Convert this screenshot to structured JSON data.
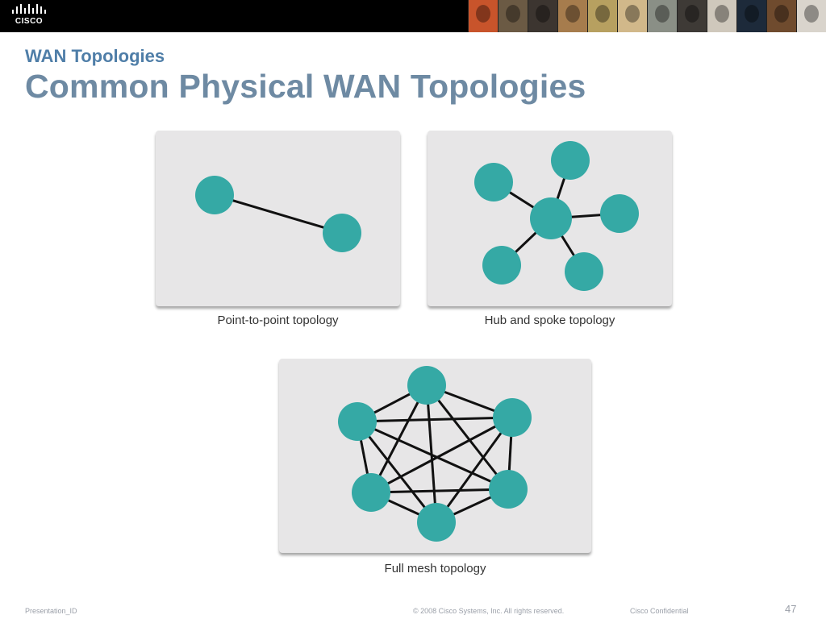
{
  "header": {
    "logo_text": "CISCO",
    "photos": [
      "#c8542b",
      "#6b5a44",
      "#3c3530",
      "#a67c4d",
      "#b7a060",
      "#d1b88a",
      "#8a8f86",
      "#3e3a36",
      "#cfc8bc",
      "#1d2a3a",
      "#6f4b2e",
      "#d9d4cc"
    ]
  },
  "slide": {
    "subtitle": "WAN Topologies",
    "title": "Common Physical WAN Topologies"
  },
  "colors": {
    "node": "#35a9a5",
    "link": "#111111",
    "panel": "#e7e6e7",
    "subtitle": "#4f7ea8",
    "title": "#6e8aa3"
  },
  "diagrams": [
    {
      "id": "point-to-point",
      "caption": "Point-to-point topology",
      "nodes": [
        "A",
        "B"
      ],
      "links": [
        [
          "A",
          "B"
        ]
      ]
    },
    {
      "id": "hub-and-spoke",
      "caption": "Hub and spoke topology",
      "hub": "Hub",
      "nodes": [
        "Hub",
        "S1",
        "S2",
        "S3",
        "S4",
        "S5"
      ],
      "links": [
        [
          "Hub",
          "S1"
        ],
        [
          "Hub",
          "S2"
        ],
        [
          "Hub",
          "S3"
        ],
        [
          "Hub",
          "S4"
        ],
        [
          "Hub",
          "S5"
        ]
      ]
    },
    {
      "id": "full-mesh",
      "caption": "Full mesh topology",
      "nodes": [
        "N1",
        "N2",
        "N3",
        "N4",
        "N5",
        "N6"
      ],
      "links": "all-pairs"
    }
  ],
  "footer": {
    "presentation_id": "Presentation_ID",
    "copyright": "© 2008 Cisco Systems, Inc. All rights reserved.",
    "confidential": "Cisco Confidential",
    "page_number": "47"
  }
}
